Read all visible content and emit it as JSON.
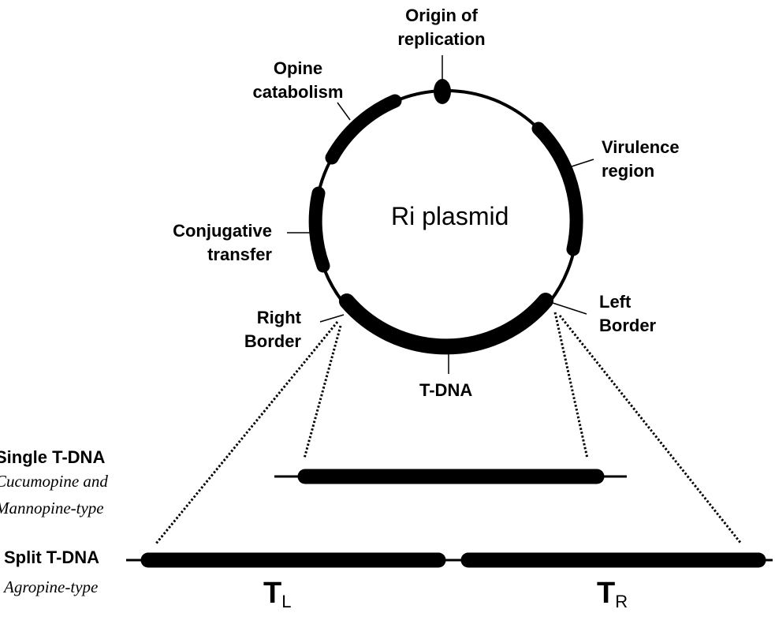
{
  "title": "Ri plasmid",
  "labels": {
    "origin_line1": "Origin of",
    "origin_line2": "replication",
    "opine_line1": "Opine",
    "opine_line2": "catabolism",
    "virulence_line1": "Virulence",
    "virulence_line2": "region",
    "conj_line1": "Conjugative",
    "conj_line2": "transfer",
    "right_border_line1": "Right",
    "right_border_line2": "Border",
    "left_border_line1": "Left",
    "left_border_line2": "Border",
    "tdna": "T-DNA"
  },
  "single": {
    "title": "Single T-DNA",
    "type_line1": "Cucumopine and",
    "type_line2": "Mannopine-type"
  },
  "split": {
    "title": "Split T-DNA",
    "type": "Agropine-type",
    "tl_main": "T",
    "tl_sub": "L",
    "tr_main": "T",
    "tr_sub": "R"
  },
  "colors": {
    "ink": "#000000",
    "background": "#ffffff"
  }
}
